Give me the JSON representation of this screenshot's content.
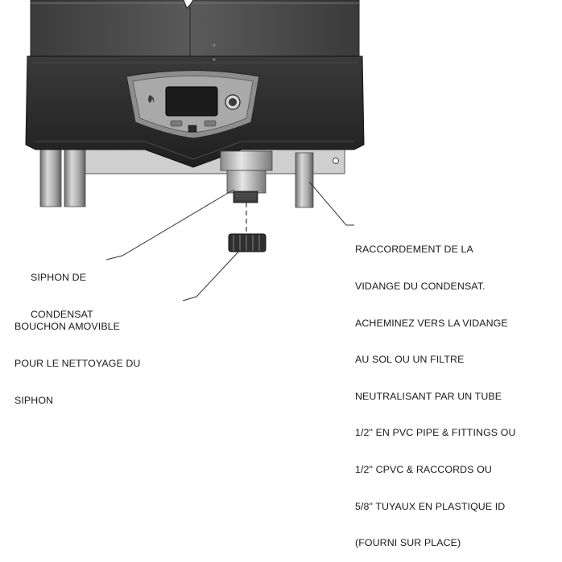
{
  "labels": {
    "trap": {
      "lines": [
        "SIPHON DE",
        "CONDENSAT"
      ]
    },
    "cap": {
      "lines": [
        "BOUCHON AMOVIBLE",
        "POUR LE NETTOYAGE DU",
        "SIPHON"
      ]
    },
    "drain": {
      "lines": [
        "RACCORDEMENT DE LA",
        "VIDANGE DU CONDENSAT.",
        "ACHEMINEZ VERS LA VIDANGE",
        "AU SOL OU UN FILTRE",
        "NEUTRALISANT PAR UN TUBE",
        "1/2\" EN PVC PIPE & FITTINGS OU",
        "1/2\" CPVC & RACCORDS OU",
        "5/8\" TUYAUX EN PLASTIQUE ID",
        "(FOURNI SUR PLACE)"
      ]
    }
  },
  "colors": {
    "cabinet": "#4a4a4a",
    "front_panel": "#2b2b2b",
    "pipes": "#9a9a9a",
    "mount_plate": "#c8c8c8",
    "leader_lines": "#333333"
  },
  "icons": [
    "power-knob-icon",
    "flame-indicator-icon",
    "usb-port-icon"
  ]
}
